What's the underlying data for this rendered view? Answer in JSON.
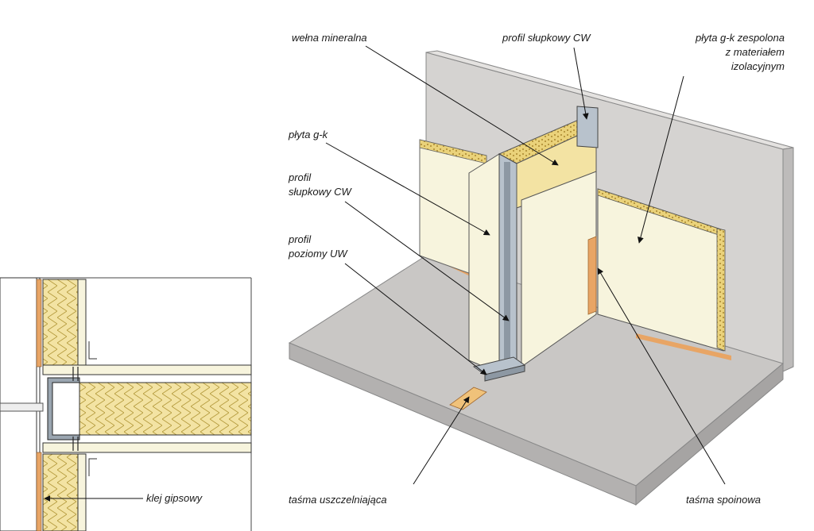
{
  "colors": {
    "wall": "#d5d3d1",
    "floor": "#c9c7c5",
    "board": "#f7f4dd",
    "wool": "#f3e3a3",
    "tape": "#e8a565",
    "steel": "#b8c2cc",
    "line": "#222222"
  },
  "labels": {
    "welna": "wełna mineralna",
    "profil_cw_top": "profil słupkowy CW",
    "plyta_zesp": [
      "płyta g-k zespolona",
      "z materiałem",
      "izolacyjnym"
    ],
    "plyta_gk": "płyta g-k",
    "profil_cw": [
      "profil",
      "słupkowy CW"
    ],
    "profil_uw": [
      "profil",
      "poziomy UW"
    ],
    "tasma_uszcz": "taśma uszczelniająca",
    "tasma_spoin": "taśma spoinowa",
    "klej": "klej gipsowy"
  },
  "icons": [
    "mineral-wool-hatch",
    "leader-arrow"
  ]
}
